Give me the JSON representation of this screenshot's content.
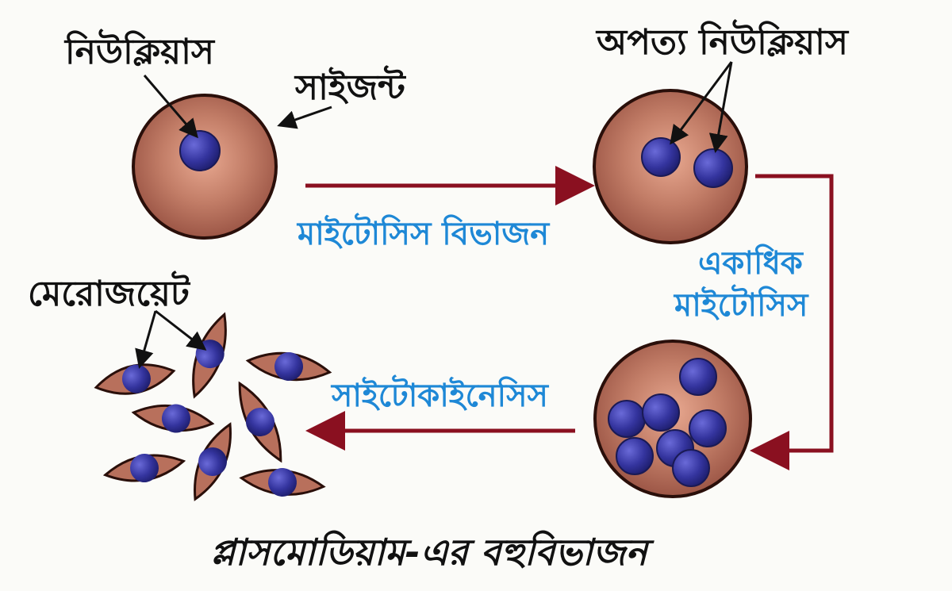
{
  "labels": {
    "nucleus": "নিউক্লিয়াস",
    "schizont": "সাইজন্ট",
    "daughter_nuclei": "অপত্য নিউক্লিয়াস",
    "mitosis_division": "মাইটোসিস বিভাজন",
    "multiple_mitosis_line1": "একাধিক",
    "multiple_mitosis_line2": "মাইটোসিস",
    "merozoite": "মেরোজয়েট",
    "cytokinesis": "সাইটোকাইনেসিস",
    "caption": "প্লাসমোডিয়াম-এর বহুবিভাজন"
  },
  "colors": {
    "cell_fill": "#b8705c",
    "cell_outline": "#2a0f0a",
    "nucleus_fill": "#2f2f9a",
    "arrow": "#8a1020",
    "blue_text": "#1e88d6",
    "black_text": "#111111"
  }
}
